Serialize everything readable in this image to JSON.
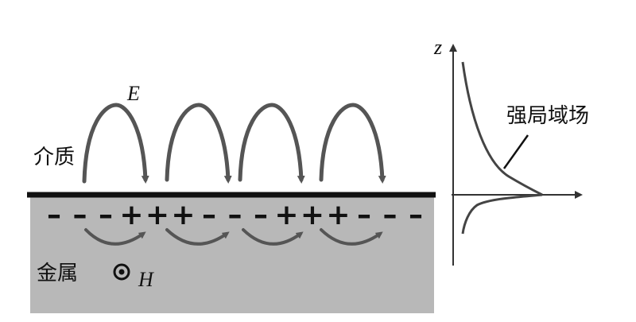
{
  "labels": {
    "e_field": "E",
    "dielectric": "介质",
    "metal": "金属",
    "h_field": "H",
    "z_axis": "z",
    "local_field": "强局域场"
  },
  "charges": {
    "sequence": [
      "-",
      "-",
      "-",
      "+",
      "+",
      "+",
      "-",
      "-",
      "-",
      "+",
      "+",
      "+",
      "-",
      "-",
      "-"
    ]
  },
  "colors": {
    "metal": "#b8b8b8",
    "interface": "#111111",
    "field_line": "#555555"
  },
  "icons": {
    "h_field_symbol": "out-of-plane-dot-icon"
  }
}
